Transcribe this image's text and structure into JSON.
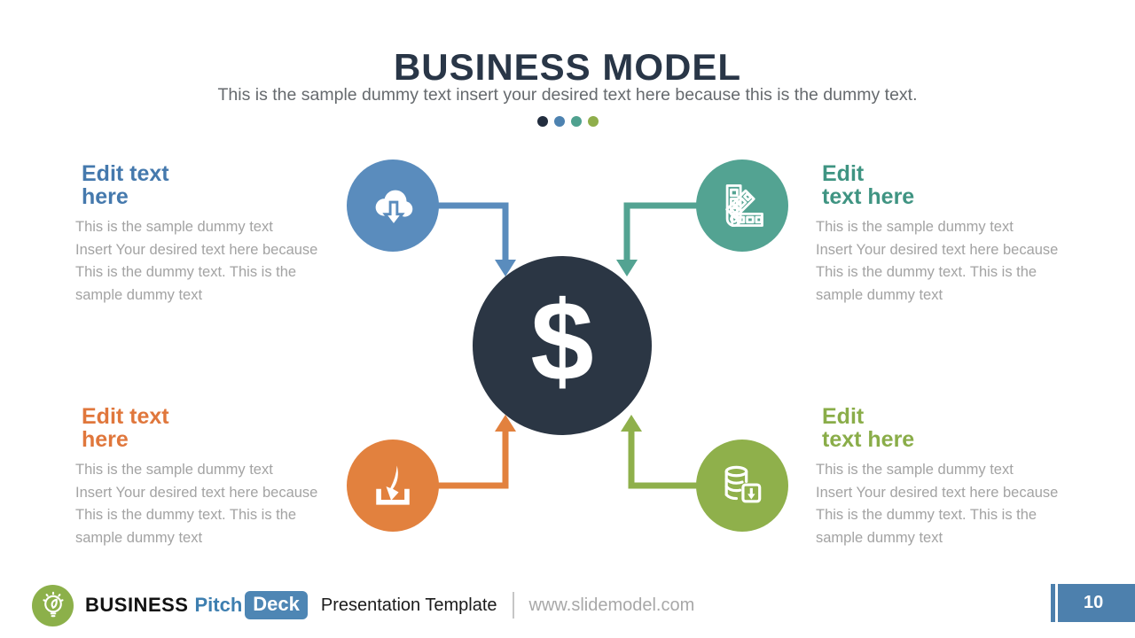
{
  "slide": {
    "title": "BUSINESS MODEL",
    "subtitle": "This is the sample dummy text insert your desired text here because this is the dummy text.",
    "page_number": "10"
  },
  "dots": [
    {
      "name": "dot-navy",
      "color": "#222d3e"
    },
    {
      "name": "dot-blue",
      "color": "#4d82b0"
    },
    {
      "name": "dot-teal",
      "color": "#4fa18f"
    },
    {
      "name": "dot-green",
      "color": "#8fae4b"
    }
  ],
  "center": {
    "symbol": "$",
    "icon": "dollar-icon",
    "circle_color": "#2b3644"
  },
  "quadrants": [
    {
      "position": "top-left",
      "icon": "cloud-download-icon",
      "circle_color": "#5a8cbd",
      "heading_color": "#4579ad",
      "heading_line1": "Edit text",
      "heading_line2": "here",
      "body": [
        "This is the sample dummy text",
        "Insert Your desired text here because",
        "This is the dummy text. This is the",
        "sample dummy text"
      ]
    },
    {
      "position": "top-right",
      "icon": "color-swatches-icon",
      "circle_color": "#53a392",
      "heading_color": "#3f9482",
      "heading_line1": "Edit",
      "heading_line2": "text here",
      "body": [
        "This is the sample dummy text",
        "Insert Your desired text here because",
        "This is the dummy text. This is the",
        "sample dummy text"
      ]
    },
    {
      "position": "bottom-left",
      "icon": "tray-download-icon",
      "circle_color": "#e2813e",
      "heading_color": "#e0773c",
      "heading_line1": "Edit text",
      "heading_line2": "here",
      "body": [
        "This is the sample dummy text",
        "Insert Your desired text here because",
        "This is the dummy text. This is the",
        "sample dummy text"
      ]
    },
    {
      "position": "bottom-right",
      "icon": "database-download-icon",
      "circle_color": "#8fb04b",
      "heading_color": "#8aad49",
      "heading_line1": "Edit",
      "heading_line2": "text here",
      "body": [
        "This is the sample dummy text",
        "Insert Your desired text here because",
        "This is the dummy text. This is the",
        "sample dummy text"
      ]
    }
  ],
  "footer": {
    "logo_icon": "idea-bulb-icon",
    "logo_color": "#8cb04a",
    "brand_business": "BUSINESS",
    "brand_pitch": "Pitch",
    "brand_deck": "Deck",
    "deck_badge_color": "#4e86b4",
    "template_label": "Presentation Template",
    "website": "www.slidemodel.com",
    "page_badge_color": "#4d80ad"
  }
}
